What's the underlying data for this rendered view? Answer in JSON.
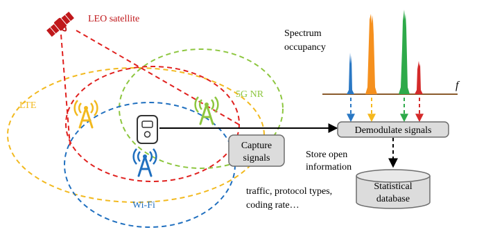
{
  "labels": {
    "satellite": "LEO satellite",
    "lte": "LTE",
    "nr": "5G NR",
    "wifi": "Wi-Fi",
    "spectrum_line1": "Spectrum",
    "spectrum_line2": "occupancy",
    "freq_axis": "f",
    "capture_line1": "Capture",
    "capture_line2": "signals",
    "demod": "Demodulate signals",
    "store_line1": "Store open",
    "store_line2": "information",
    "db_line1": "Statistical",
    "db_line2": "database",
    "info_line1": "traffic, protocol types,",
    "info_line2": "coding rate…"
  },
  "colors": {
    "satellite": "#c0181b",
    "lte": "#f2b91e",
    "nr": "#8dc63f",
    "wifi": "#1f6fbf",
    "red_region": "#e0201e",
    "spectrum_blue": "#2a78c4",
    "spectrum_orange": "#f5901e",
    "spectrum_green": "#2eaa4a",
    "spectrum_red": "#d42a2a",
    "spectrum_axis": "#8a5a2b",
    "box_fill": "#dcdcdc",
    "box_stroke": "#6d6d6d"
  },
  "icons": {
    "satellite": "satellite-icon",
    "tower": "cell-tower-icon",
    "device": "capture-device-icon"
  }
}
